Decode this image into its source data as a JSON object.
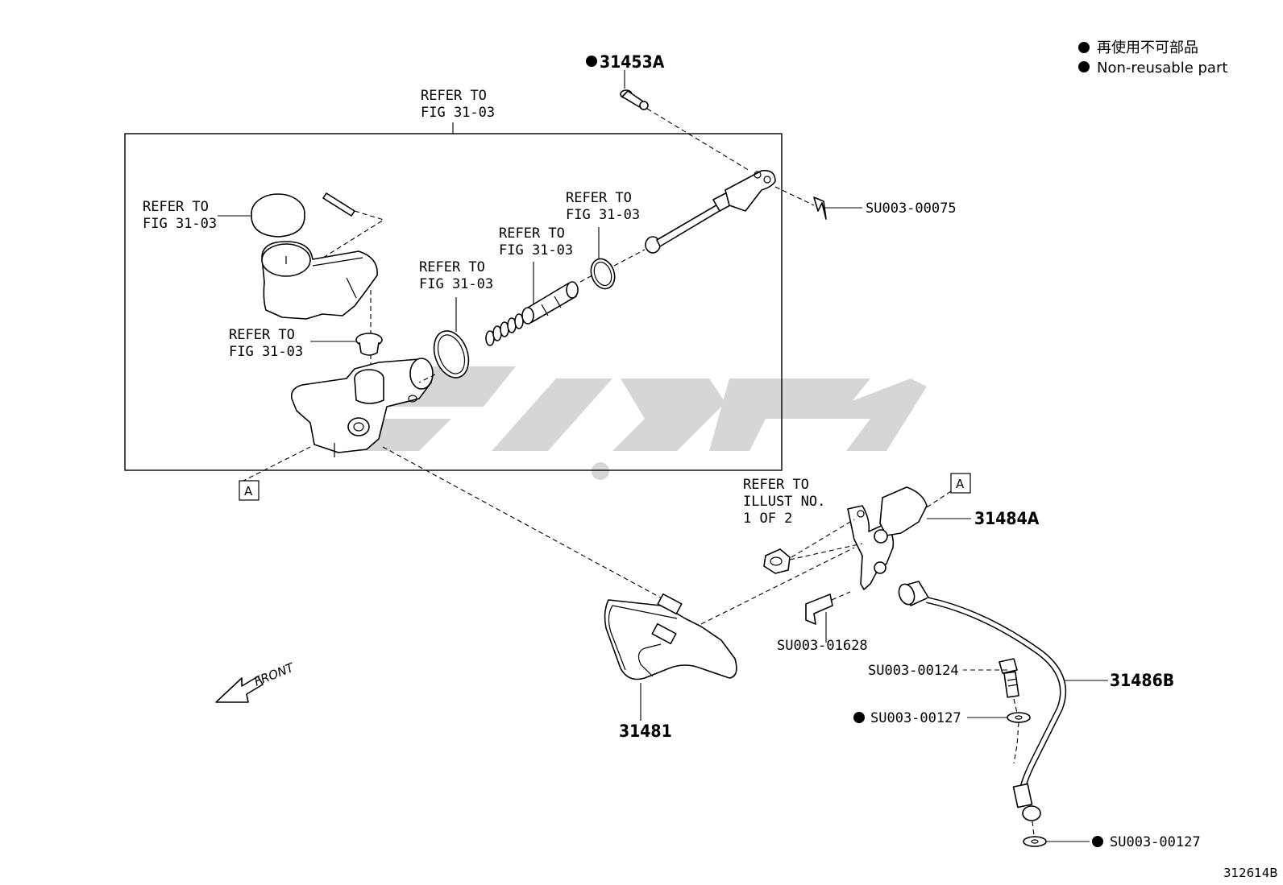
{
  "legend": {
    "line1": "再使用不可部品",
    "line2": "Non-reusable part"
  },
  "figure_code": "312614B",
  "front_label": "FRONT",
  "callouts": {
    "p31453A": "31453A",
    "refer_top_1": "REFER TO",
    "refer_top_2": "FIG 31-03",
    "su00075": "SU003-00075",
    "refer_cap_1": "REFER TO",
    "refer_cap_2": "FIG 31-03",
    "refer_piston_1": "REFER TO",
    "refer_piston_2": "FIG 31-03",
    "refer_snap_1": "REFER TO",
    "refer_snap_2": "FIG 31-03",
    "refer_ring_1": "REFER TO",
    "refer_ring_2": "FIG 31-03",
    "refer_grommet_1": "REFER TO",
    "refer_grommet_2": "FIG 31-03",
    "box_a_left": "A",
    "box_a_right": "A",
    "refer_illust_1": "REFER TO",
    "refer_illust_2": "ILLUST NO.",
    "refer_illust_3": "1 OF 2",
    "p31484A": "31484A",
    "su01628": "SU003-01628",
    "su00124": "SU003-00124",
    "su00127a": "SU003-00127",
    "su00127b": "SU003-00127",
    "p31486B": "31486B",
    "p31481": "31481"
  }
}
